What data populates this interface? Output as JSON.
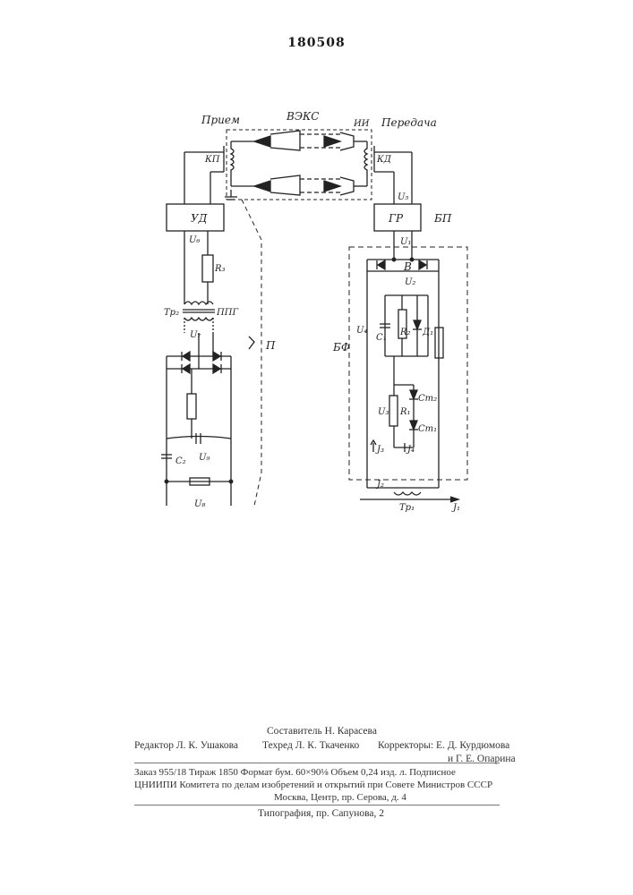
{
  "patent_number": "180508",
  "diagram": {
    "labels": {
      "priem": "Прием",
      "peredacha": "Передача",
      "veks": "ВЭКС",
      "ii": "ИИ",
      "kp": "КП",
      "kd": "КД",
      "ud": "УД",
      "gr": "ГР",
      "bp": "БП",
      "bf": "БФ",
      "p": "П",
      "ppg": "ППГ",
      "tr2": "Тр₂",
      "tr1": "Тр₁",
      "u1": "U₁",
      "u2": "U₂",
      "u3": "U₃",
      "u4": "U₄",
      "u5": "U₅",
      "u6": "U₆",
      "u7": "U₇",
      "u8": "U₈",
      "u9": "U₉",
      "r1": "R₁",
      "r2": "R₂",
      "r3": "R₃",
      "c1": "C₁",
      "c2": "C₂",
      "d1": "Д₁",
      "st1": "Ст₁",
      "st2": "Ст₂",
      "b": "В",
      "j1": "J₁",
      "j2": "J₂",
      "j3": "J₃",
      "j4": "J₄"
    }
  },
  "colophon": {
    "compiler": "Составитель Н. Карасева",
    "editor": "Редактор Л. К. Ушакова",
    "tech_editor": "Техред Л. К. Ткаченко",
    "proofreaders_1": "Корректоры: Е. Д. Курдюмова",
    "proofreaders_2": "и Г. Е. Опарина",
    "order_line": "Заказ 955/18   Тираж 1850   Формат бум. 60×90⅛   Объем 0,24 изд. л.   Подписное",
    "org_line": "ЦНИИПИ Комитета по делам изобретений и открытий при Совете Министров СССР",
    "address_line": "Москва, Центр, пр. Серова, д. 4",
    "printing_line": "Типография, пр. Сапунова, 2"
  }
}
